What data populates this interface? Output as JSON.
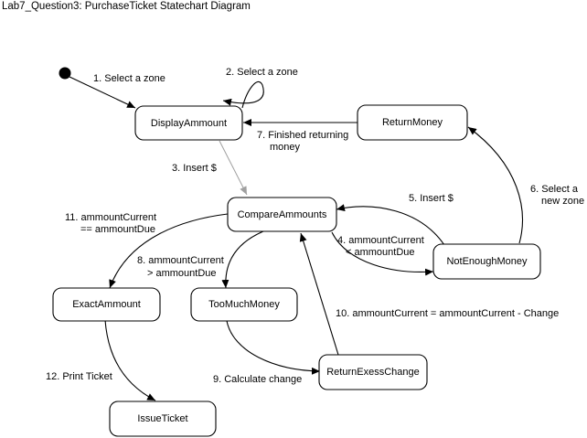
{
  "title": "Lab7_Question3: PurchaseTicket Statechart Diagram",
  "states": {
    "display_ammount": "DisplayAmmount",
    "return_money": "ReturnMoney",
    "compare_ammounts": "CompareAmmounts",
    "not_enough_money": "NotEnoughMoney",
    "exact_ammount": "ExactAmmount",
    "too_much_money": "TooMuchMoney",
    "return_exess_change": "ReturnExessChange",
    "issue_ticket": "IssueTicket"
  },
  "transitions": {
    "t1": "1. Select a zone",
    "t2": "2. Select a zone",
    "t3": "3. Insert $",
    "t4_line1": "4. ammountCurrent",
    "t4_line2": "< ammountDue",
    "t5": "5. Insert $",
    "t6_line1": "6. Select a",
    "t6_line2": "new zone",
    "t7_line1": "7. Finished returning",
    "t7_line2": "money",
    "t8_line1": "8. ammountCurrent",
    "t8_line2": "> ammountDue",
    "t9": "9. Calculate change",
    "t10": "10.  ammountCurrent = ammountCurrent - Change",
    "t11_line1": "11. ammountCurrent",
    "t11_line2": "== ammountDue",
    "t12": "12. Print Ticket"
  }
}
